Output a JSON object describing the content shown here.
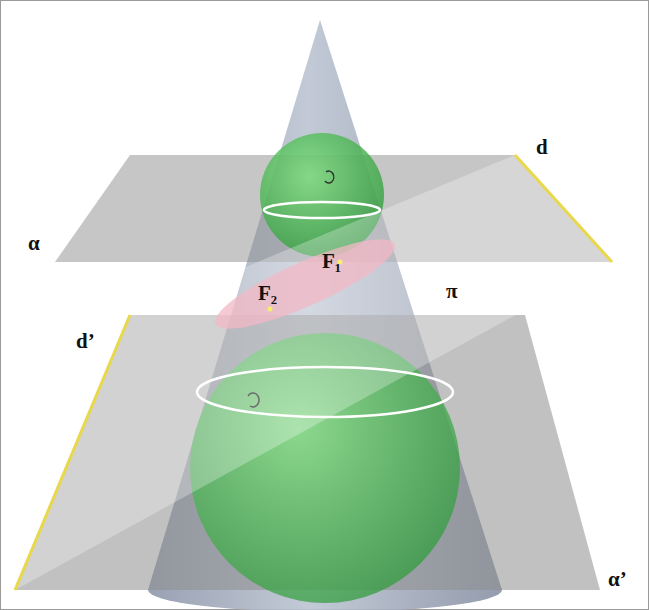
{
  "diagram": {
    "labels": [
      "α",
      "d",
      "F₁",
      "F₂",
      "π",
      "d’",
      "α’"
    ]
  }
}
